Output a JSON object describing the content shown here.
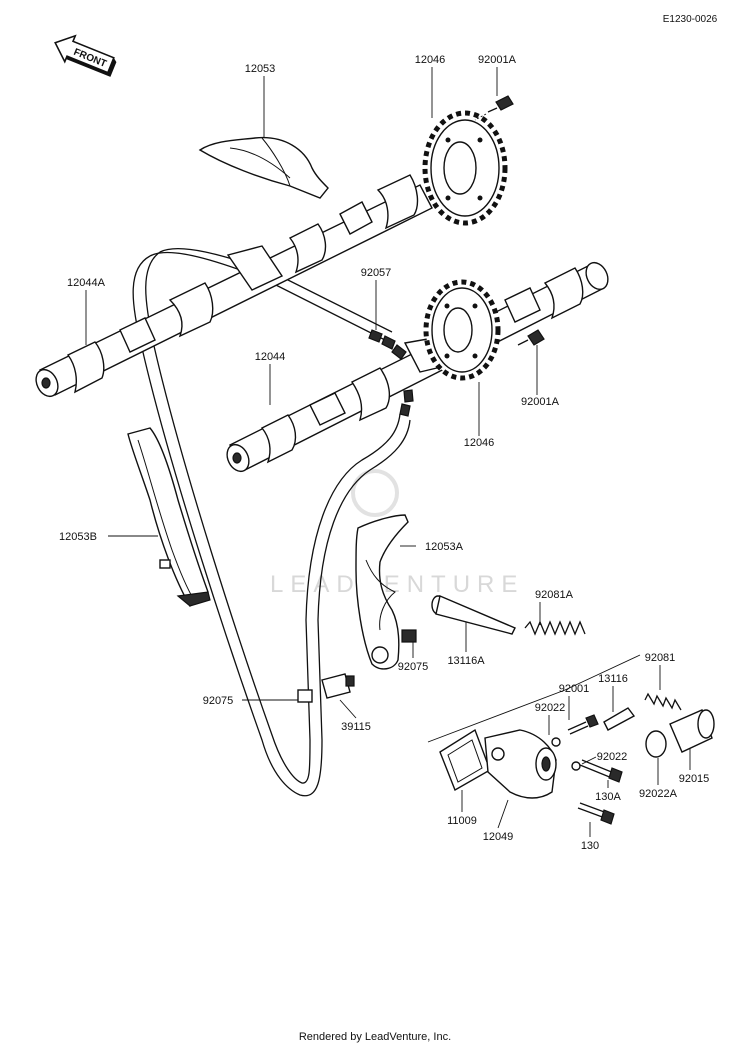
{
  "diagram_ref": "E1230-0026",
  "front_label": "FRONT",
  "watermark": "LEADVENTURE",
  "footer": "Rendered by LeadVenture, Inc.",
  "colors": {
    "line": "#111111",
    "background": "#ffffff",
    "watermark": "#d8d8d8"
  },
  "parts": [
    {
      "number": "12053"
    },
    {
      "number": "12046"
    },
    {
      "number": "92001A"
    },
    {
      "number": "12044A"
    },
    {
      "number": "92057"
    },
    {
      "number": "12044"
    },
    {
      "number": "92001A"
    },
    {
      "number": "12046"
    },
    {
      "number": "12053B"
    },
    {
      "number": "12053A"
    },
    {
      "number": "92081A"
    },
    {
      "number": "13116A"
    },
    {
      "number": "92075"
    },
    {
      "number": "92075"
    },
    {
      "number": "39115"
    },
    {
      "number": "13116"
    },
    {
      "number": "92081"
    },
    {
      "number": "92001"
    },
    {
      "number": "92022"
    },
    {
      "number": "92022"
    },
    {
      "number": "92015"
    },
    {
      "number": "130A"
    },
    {
      "number": "92022A"
    },
    {
      "number": "11009"
    },
    {
      "number": "12049"
    },
    {
      "number": "130"
    }
  ]
}
